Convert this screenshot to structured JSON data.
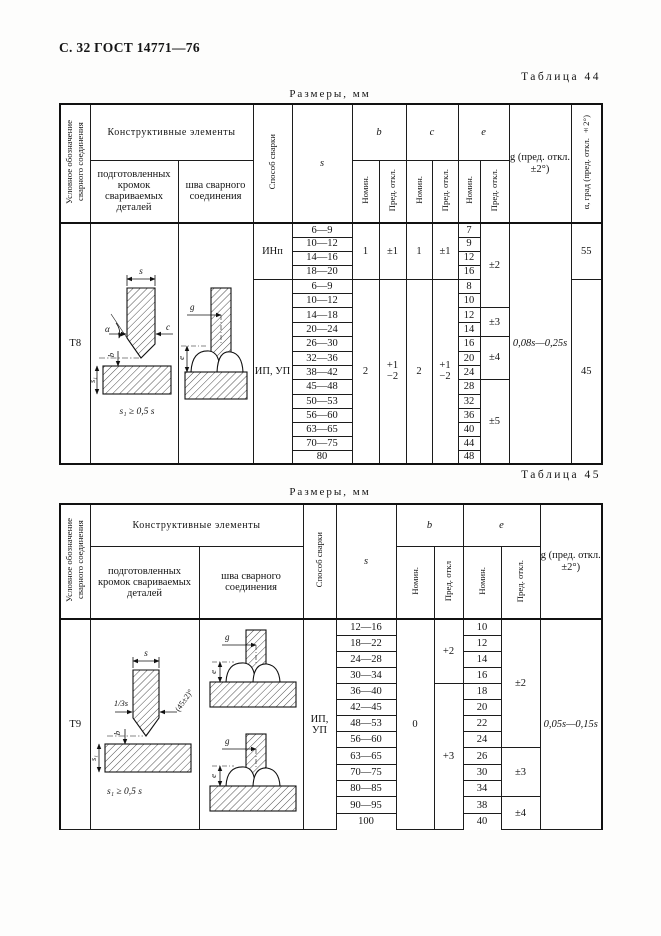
{
  "page": {
    "header": "С. 32 ГОСТ 14771—76"
  },
  "figures": {
    "s": "s",
    "c": "c",
    "b": "b",
    "alpha": "α",
    "g": "g",
    "e": "e",
    "s1": "s₁",
    "third": "1/3s",
    "angle": "(45±2)°",
    "note": "s₁ ≥ 0,5 s"
  },
  "table44": {
    "caption": "Таблица 44",
    "units": "Размеры, мм",
    "headers": {
      "usl": "Условное обозначение сварного соединения",
      "konstr": "Конструктивные элементы",
      "kromki": "подготовленных кромок свариваемых деталей",
      "shov": "шва сварного соединения",
      "sposob": "Способ сварки",
      "s": "s",
      "b": "b",
      "c": "c",
      "e": "e",
      "nomin": "Номин.",
      "pred": "Пред. откл.",
      "g": "g (пред. откл. ±2°)",
      "alpha": "α, град (пред. откл. ±2°)"
    },
    "designation": "Т8",
    "groups": {
      "method1": "ИНп",
      "method2": "ИП, УП",
      "b1_nom": "1",
      "b1_pred": "±1",
      "c1_nom": "1",
      "c1_pred": "±1",
      "b2_nom": "2",
      "b2_pred_p": "+1",
      "b2_pred_m": "−2",
      "c2_nom": "2",
      "c2_pred_p": "+1",
      "c2_pred_m": "−2",
      "e_pred_1": "±2",
      "e_pred_2": "±3",
      "e_pred_3": "±4",
      "e_pred_4": "±5",
      "g": "0,08s—0,25s",
      "alpha_1": "55",
      "alpha_2": "45"
    },
    "rows": [
      {
        "s": "6—9",
        "e": "7"
      },
      {
        "s": "10—12",
        "e": "9"
      },
      {
        "s": "14—16",
        "e": "12"
      },
      {
        "s": "18—20",
        "e": "16"
      },
      {
        "s": "6—9",
        "e": "8"
      },
      {
        "s": "10—12",
        "e": "10"
      },
      {
        "s": "14—18",
        "e": "12"
      },
      {
        "s": "20—24",
        "e": "14"
      },
      {
        "s": "26—30",
        "e": "16"
      },
      {
        "s": "32—36",
        "e": "20"
      },
      {
        "s": "38—42",
        "e": "24"
      },
      {
        "s": "45—48",
        "e": "28"
      },
      {
        "s": "50—53",
        "e": "32"
      },
      {
        "s": "56—60",
        "e": "36"
      },
      {
        "s": "63—65",
        "e": "40"
      },
      {
        "s": "70—75",
        "e": "44"
      },
      {
        "s": "80",
        "e": "48"
      }
    ]
  },
  "table45": {
    "caption": "Таблица 45",
    "units": "Размеры, мм",
    "headers": {
      "usl": "Условное обозначение сварного соединения",
      "konstr": "Конструктивные элементы",
      "kromki": "подготовленных кромок свариваемых деталей",
      "shov": "шва сварного соединения",
      "sposob": "Способ сварки",
      "s": "s",
      "b": "b",
      "e": "e",
      "nomin": "Номин.",
      "pred_b": "Пред. откл",
      "pred_e": "Пред. откл.",
      "g": "g (пред. откл. ±2°)"
    },
    "designation": "Т9",
    "groups": {
      "method": "ИП, УП",
      "b_nom": "0",
      "b_pred_1": "+2",
      "b_pred_2": "+3",
      "e_pred_1": "±2",
      "e_pred_2": "±3",
      "e_pred_3": "±4",
      "g": "0,05s—0,15s"
    },
    "rows": [
      {
        "s": "12—16",
        "e": "10"
      },
      {
        "s": "18—22",
        "e": "12"
      },
      {
        "s": "24—28",
        "e": "14"
      },
      {
        "s": "30—34",
        "e": "16"
      },
      {
        "s": "36—40",
        "e": "18"
      },
      {
        "s": "42—45",
        "e": "20"
      },
      {
        "s": "48—53",
        "e": "22"
      },
      {
        "s": "56—60",
        "e": "24"
      },
      {
        "s": "63—65",
        "e": "26"
      },
      {
        "s": "70—75",
        "e": "30"
      },
      {
        "s": "80—85",
        "e": "34"
      },
      {
        "s": "90—95",
        "e": "38"
      },
      {
        "s": "100",
        "e": "40"
      }
    ]
  }
}
